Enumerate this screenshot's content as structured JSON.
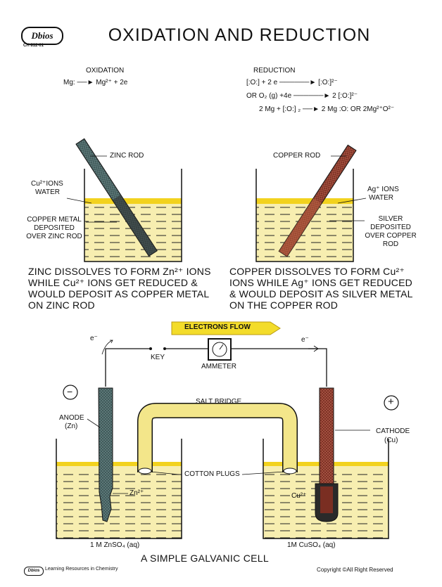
{
  "header": {
    "logo": "Dbios",
    "code": "CH 812-01",
    "title": "OXIDATION AND REDUCTION"
  },
  "oxidation": {
    "heading": "OXIDATION",
    "equation": "Mg: ──► Mg²⁺ + 2e"
  },
  "reduction": {
    "heading": "REDUCTION",
    "line1": "[:O:] + 2 e ──────► [:O:]²⁻",
    "line2": "OR  O₂ (g) +4e ──────► 2 [:O:]²⁻",
    "line3": "2 Mg + [:O:] ₂ ──► 2 Mg :O:  OR  2Mg²⁺O²⁻"
  },
  "beaker_left": {
    "rod": "ZINC ROD",
    "ions": "Cu²⁺IONS",
    "water": "WATER",
    "deposit": "COPPER METAL DEPOSITED OVER ZINC ROD",
    "caption": [
      "ZINC DISSOLVES TO FORM Zn²⁺ IONS",
      "WHILE Cu²⁺ IONS GET REDUCED &",
      "WOULD DEPOSIT AS COPPER METAL",
      "ON ZINC ROD"
    ]
  },
  "beaker_right": {
    "rod": "COPPER ROD",
    "ions": "Ag⁺ IONS",
    "water": "WATER",
    "deposit": "SILVER DEPOSITED OVER COPPER ROD",
    "caption": [
      "COPPER DISSOLVES TO FORM Cu²⁺",
      "IONS WHILE Ag⁺ IONS GET REDUCED",
      "& WOULD DEPOSIT AS SILVER METAL",
      "ON THE COPPER ROD"
    ]
  },
  "cell": {
    "electrons_flow": "ELECTRONS FLOW",
    "e_left": "e⁻",
    "e_right": "e⁻",
    "key": "KEY",
    "ammeter": "AMMETER",
    "minus": "−",
    "plus": "+",
    "anode": "ANODE",
    "anode_metal": "(Zn)",
    "cathode": "CATHODE",
    "cathode_metal": "(Cu)",
    "salt_bridge": "SALT BRIDGE",
    "cotton_plugs": "COTTON PLUGS",
    "zn_ion": "Zn²⁺",
    "cu_ion": "Cu²⁺",
    "left_solution": "1 M  ZnSO₄ (aq)",
    "right_solution": "1M  CuSO₄ (aq)",
    "caption": "A SIMPLE GALVANIC CELL"
  },
  "footer": {
    "logo": "Dbios",
    "tagline": "Learning Resources in Chemistry",
    "copyright": "Copyright ©All Right Reserved"
  },
  "colors": {
    "solution": "#f4eaa0",
    "yellow_surface": "#f2d21e",
    "zinc": "#3d5656",
    "copper": "#8a3a2a",
    "deposit": "#6b2a1a",
    "salt_bridge": "#f3e68a",
    "arrow": "#f3dc2a"
  }
}
